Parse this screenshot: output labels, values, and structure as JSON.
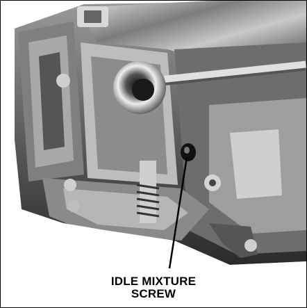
{
  "image": {
    "subject": "carburetor-photo",
    "tone": "grayscale"
  },
  "annotation": {
    "label_line1": "IDLE MIXTURE",
    "label_line2": "SCREW"
  },
  "colors": {
    "ink": "#000000",
    "paper": "#ffffff"
  }
}
